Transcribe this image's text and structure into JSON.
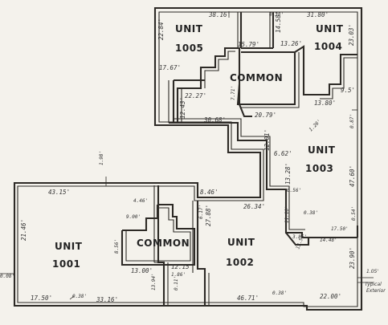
{
  "units": {
    "u1004": {
      "name": "UNIT",
      "number": "1004"
    },
    "u1005": {
      "name": "UNIT",
      "number": "1005"
    },
    "u1003": {
      "name": "UNIT",
      "number": "1003"
    },
    "u1001": {
      "name": "UNIT",
      "number": "1001"
    },
    "u1002": {
      "name": "UNIT",
      "number": "1002"
    },
    "common_upper": "COMMON",
    "common_lower": "COMMON"
  },
  "dims": {
    "d1": "38.16'",
    "d2": "0.38'",
    "d3": "31.80'",
    "d4": "22.84'",
    "d5": "14.58'",
    "d6": "23.03'",
    "d7": "15.79'",
    "d8": "13.26'",
    "d9": "17.67'",
    "d10": "22.27'",
    "d11": "7.71'",
    "d12": "9.5'",
    "d13": "12.43'",
    "d14": "20.79'",
    "d15": "13.80'",
    "d16": "30.68'",
    "d17": "0.87'",
    "d18": "12.01'",
    "d19": "6.62'",
    "d20": "47.60'",
    "d21": "13.28'",
    "d22": "6.56'",
    "d23": "43.15'",
    "d24": "1.98'",
    "d25": "8.46'",
    "d26": "26.34'",
    "d27": "0.38'",
    "d28": "21.46'",
    "d29": "4.46'",
    "d30": "9.00'",
    "d31": "27.88'",
    "d32": "6.17'",
    "d33": "11.10'",
    "d34": "17.50'",
    "d35": "0.54'",
    "d36": "3.86'",
    "d37": "14.48'",
    "d38": "13.5'",
    "d39": "8.56'",
    "d40": "13.00'",
    "d41": "12.15'",
    "d42": "1.86'",
    "d43": "23.90'",
    "d44": "0.08'",
    "d45": "13.94'",
    "d46": "17.50'",
    "d47": "0.38'",
    "d48": "33.16'",
    "d49": "46.71'",
    "d50": "0.38'",
    "d51": "22.00'",
    "d52": "0.11'",
    "d53": "1.26'"
  },
  "notes": {
    "typical_label": "Typical",
    "typical_exterior": "Exterior",
    "typical_value": "1.05'"
  }
}
